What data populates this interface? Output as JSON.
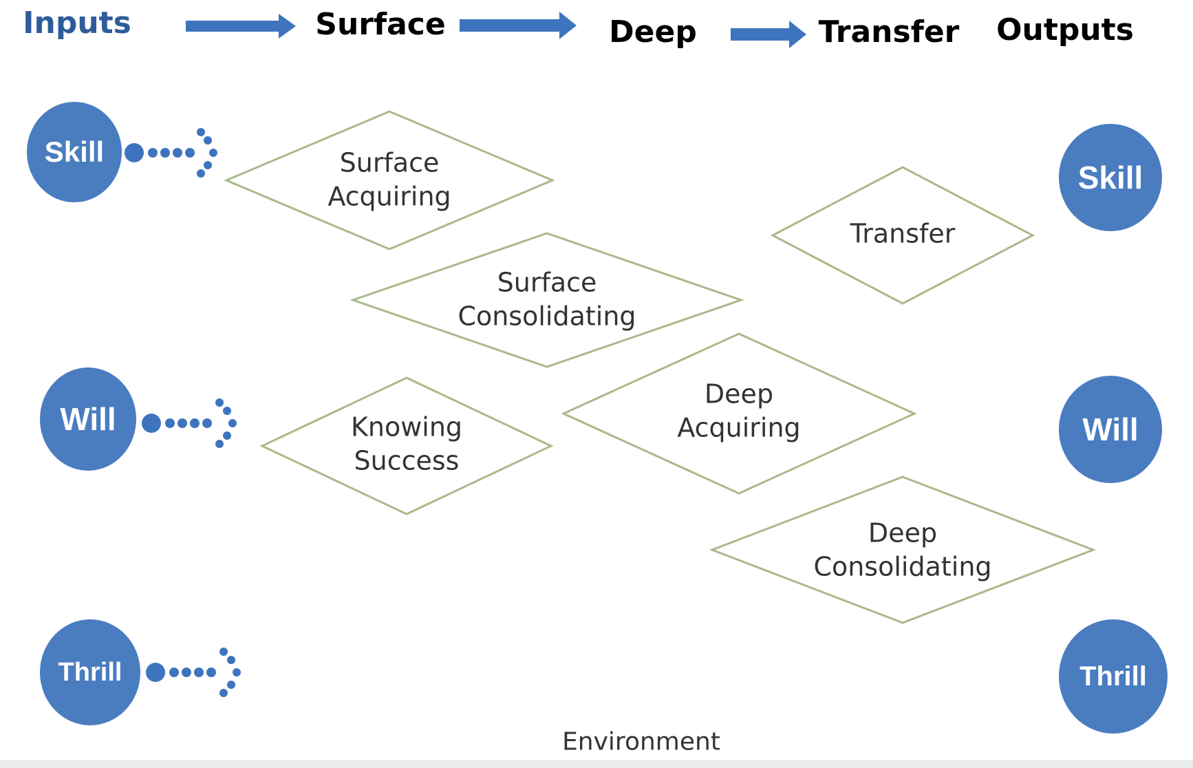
{
  "header": {
    "stages": [
      {
        "label": "Inputs",
        "color": "#2e5c9a"
      },
      {
        "label": "Surface",
        "color": "#000000"
      },
      {
        "label": "Deep",
        "color": "#000000"
      },
      {
        "label": "Transfer",
        "color": "#000000"
      },
      {
        "label": "Outputs",
        "color": "#000000"
      }
    ]
  },
  "inputs": [
    {
      "label": "Skill"
    },
    {
      "label": "Will"
    },
    {
      "label": "Thrill"
    }
  ],
  "outputs": [
    {
      "label": "Skill"
    },
    {
      "label": "Will"
    },
    {
      "label": "Thrill"
    }
  ],
  "phases": {
    "surface_acquiring": {
      "line1": "Surface",
      "line2": "Acquiring"
    },
    "surface_consolidating": {
      "line1": "Surface",
      "line2": "Consolidating"
    },
    "knowing_success": {
      "line1": "Knowing",
      "line2": "Success"
    },
    "deep_acquiring": {
      "line1": "Deep",
      "line2": "Acquiring"
    },
    "deep_consolidating": {
      "line1": "Deep",
      "line2": "Consolidating"
    },
    "transfer": {
      "line1": "Transfer"
    }
  },
  "footer": {
    "environment": "Environment"
  },
  "colors": {
    "circle_fill": "#4a7cc0",
    "arrow_fill": "#3d74bd",
    "diamond_stroke": "#a9b98a",
    "diamond_text": "#333333"
  }
}
